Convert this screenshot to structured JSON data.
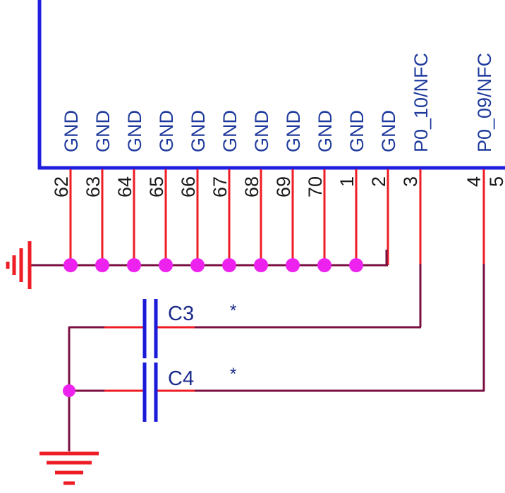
{
  "colors": {
    "body_outline": "#1f1fdd",
    "pin": "#ee1c24",
    "wire": "#7a1042",
    "junction": "#ee22ee",
    "ground_symbol": "#ee1c24",
    "capacitor_plate": "#1a1ad8",
    "pin_name_text": "#1f3a9c",
    "label_text": "#1a2a8a"
  },
  "pins": [
    {
      "name": "GND",
      "number": "62"
    },
    {
      "name": "GND",
      "number": "63"
    },
    {
      "name": "GND",
      "number": "64"
    },
    {
      "name": "GND",
      "number": "65"
    },
    {
      "name": "GND",
      "number": "66"
    },
    {
      "name": "GND",
      "number": "67"
    },
    {
      "name": "GND",
      "number": "68"
    },
    {
      "name": "GND",
      "number": "69"
    },
    {
      "name": "GND",
      "number": "70"
    },
    {
      "name": "GND",
      "number": "1"
    },
    {
      "name": "GND",
      "number": "2"
    },
    {
      "name": "GND",
      "number": "3"
    },
    {
      "name": "P0_10/NFC",
      "number": "4"
    },
    {
      "name": "P0_09/NFC",
      "number": "5"
    }
  ],
  "capacitors": [
    {
      "ref": "C3",
      "value": "*"
    },
    {
      "ref": "C4",
      "value": "*"
    }
  ],
  "icons": {
    "left_ground": "earth-ground-icon",
    "bottom_ground": "ground-icon"
  }
}
